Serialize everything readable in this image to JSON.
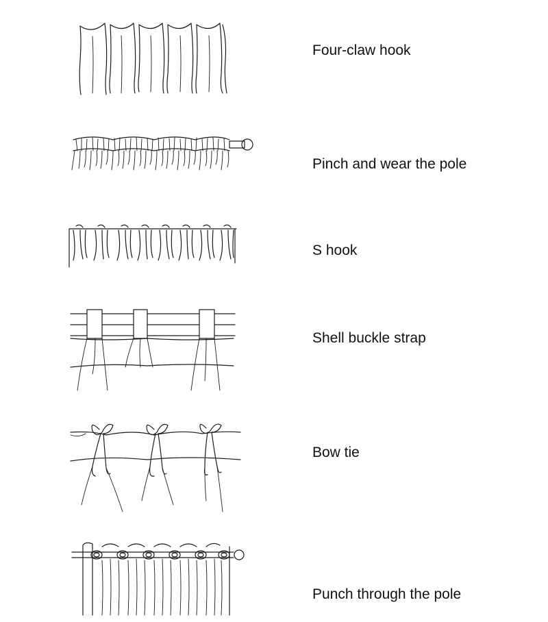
{
  "styles": [
    {
      "id": "four-claw-hook",
      "label": "Four-claw hook"
    },
    {
      "id": "pinch-pole",
      "label": "Pinch and wear the pole"
    },
    {
      "id": "s-hook",
      "label": "S hook"
    },
    {
      "id": "shell-buckle-strap",
      "label": "Shell buckle strap"
    },
    {
      "id": "bow-tie",
      "label": "Bow tie"
    },
    {
      "id": "punch-pole",
      "label": "Punch through the pole"
    }
  ]
}
